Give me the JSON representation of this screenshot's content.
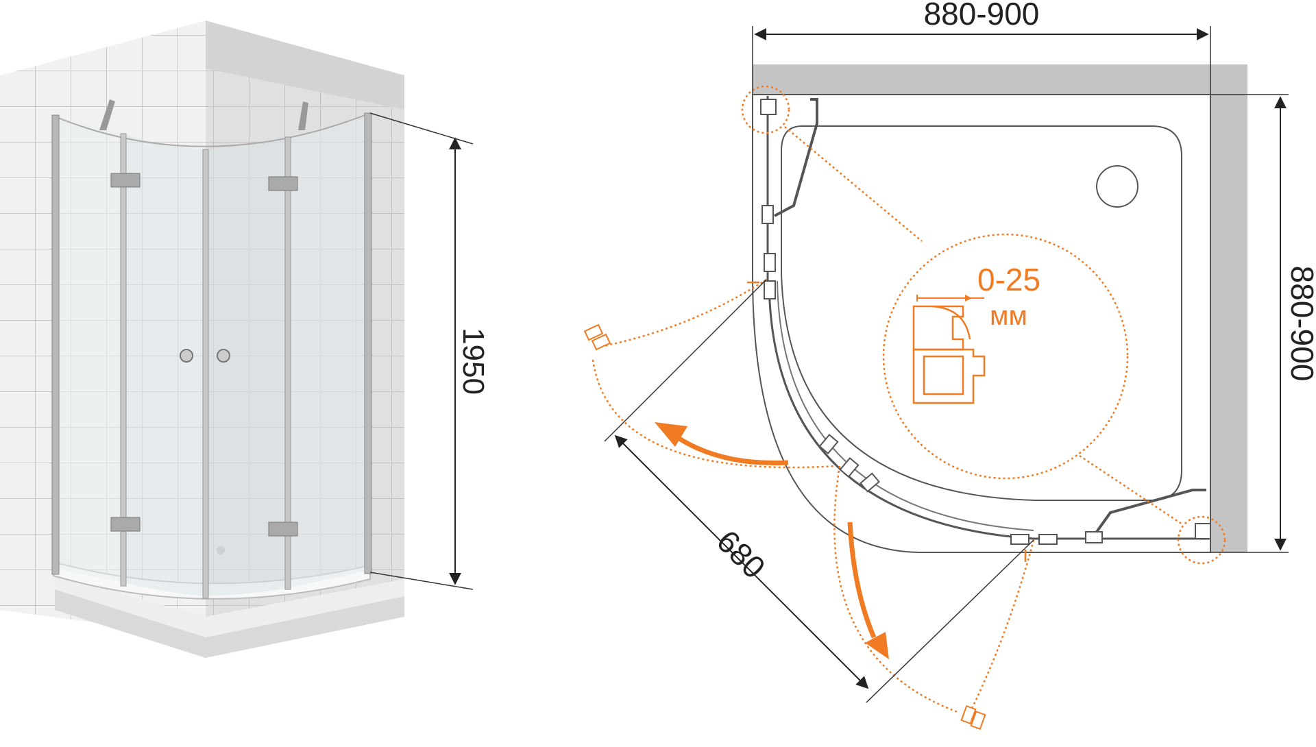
{
  "dimensions": {
    "width_label": "880-900",
    "depth_label": "880-900",
    "height_label": "1950",
    "door_width_label": "680"
  },
  "adjustment": {
    "range_label": "0-25",
    "unit_label": "мм"
  },
  "colors": {
    "orange": "#f07b22",
    "wall_gray": "#c4c4c4",
    "line": "#333333"
  }
}
